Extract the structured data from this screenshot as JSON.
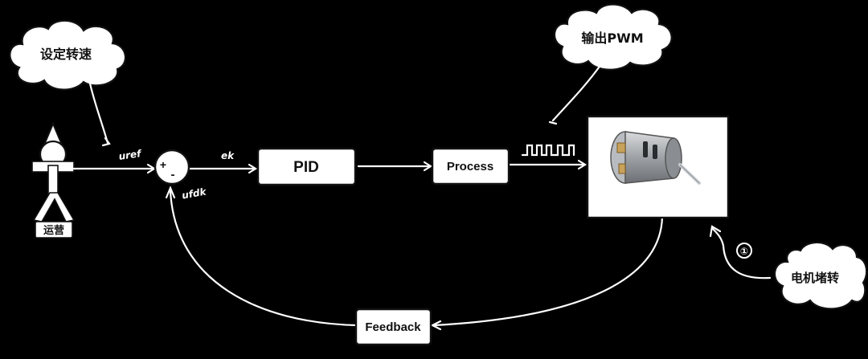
{
  "clouds": {
    "set_speed": "设定转速",
    "output_pwm": "输出PWM",
    "motor_stall": "电机堵转"
  },
  "actor": {
    "label": "运营"
  },
  "signals": {
    "reference": "uref",
    "error": "ek",
    "feedback": "ufdk",
    "disturbance_marker": "①"
  },
  "summing_junction": {
    "plus": "+",
    "minus": "-"
  },
  "blocks": {
    "pid": "PID",
    "process": "Process",
    "feedback": "Feedback"
  },
  "motor": {
    "icon": "dc-motor-image"
  },
  "colors": {
    "background": "#000000",
    "lines": "#ffffff",
    "box_fill": "#ffffff",
    "ink": "#111111"
  }
}
